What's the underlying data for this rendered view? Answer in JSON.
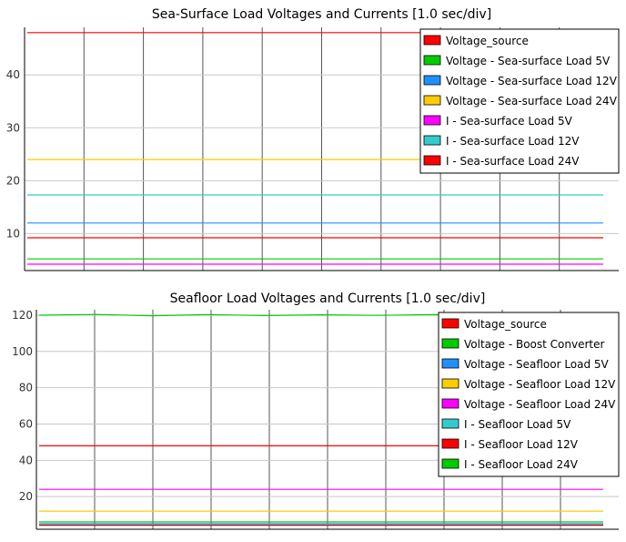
{
  "chart_data": [
    {
      "type": "line",
      "title": "Sea-Surface Load Voltages and Currents [1.0 sec/div]",
      "xlabel": "",
      "ylabel": "",
      "ylim": [
        3,
        49
      ],
      "yticks": [
        10,
        20,
        30,
        40
      ],
      "x_divisions": 10,
      "grid": true,
      "legend_position": "top-right",
      "series": [
        {
          "name": "Voltage_source",
          "color": "#ff0000",
          "values": [
            48,
            48
          ]
        },
        {
          "name": "Voltage - Sea-surface Load 5V",
          "color": "#00cc00",
          "values": [
            5.2,
            5.2
          ]
        },
        {
          "name": "Voltage - Sea-surface Load 12V",
          "color": "#1e90ff",
          "values": [
            12,
            12
          ]
        },
        {
          "name": "Voltage - Sea-surface Load 24V",
          "color": "#ffcc00",
          "values": [
            24,
            24
          ]
        },
        {
          "name": "I - Sea-surface Load 5V",
          "color": "#ff00ff",
          "values": [
            4.2,
            4.2
          ]
        },
        {
          "name": "I - Sea-surface Load 12V",
          "color": "#33cccc",
          "values": [
            17.3,
            17.3
          ]
        },
        {
          "name": "I - Sea-surface Load 24V",
          "color": "#ff0000",
          "values": [
            9.2,
            9.2
          ]
        }
      ]
    },
    {
      "type": "line",
      "title": "Seafloor Load Voltages and Currents [1.0 sec/div]",
      "xlabel": "",
      "ylabel": "",
      "ylim": [
        2,
        123
      ],
      "yticks": [
        20,
        40,
        60,
        80,
        100,
        120
      ],
      "x_divisions": 10,
      "grid": true,
      "legend_position": "top-right",
      "series": [
        {
          "name": "Voltage_source",
          "color": "#ff0000",
          "values": [
            48,
            48
          ]
        },
        {
          "name": "Voltage - Boost Converter",
          "color": "#00cc00",
          "values": [
            120,
            120.4,
            119.7,
            120.3,
            119.8,
            120.2,
            119.9,
            120.3,
            119.7,
            120.2,
            120
          ]
        },
        {
          "name": "Voltage - Seafloor Load 5V",
          "color": "#1e90ff",
          "values": [
            5,
            5
          ]
        },
        {
          "name": "Voltage - Seafloor Load 12V",
          "color": "#ffcc00",
          "values": [
            12,
            12
          ]
        },
        {
          "name": "Voltage - Seafloor Load 24V",
          "color": "#ff00ff",
          "values": [
            24,
            24
          ]
        },
        {
          "name": "I - Seafloor Load 5V",
          "color": "#33cccc",
          "values": [
            4.5,
            4.5
          ]
        },
        {
          "name": "I - Seafloor Load 12V",
          "color": "#ff0000",
          "values": [
            4.2,
            4.2
          ]
        },
        {
          "name": "I - Seafloor Load 24V",
          "color": "#00cc00",
          "values": [
            6,
            6
          ]
        }
      ]
    }
  ]
}
